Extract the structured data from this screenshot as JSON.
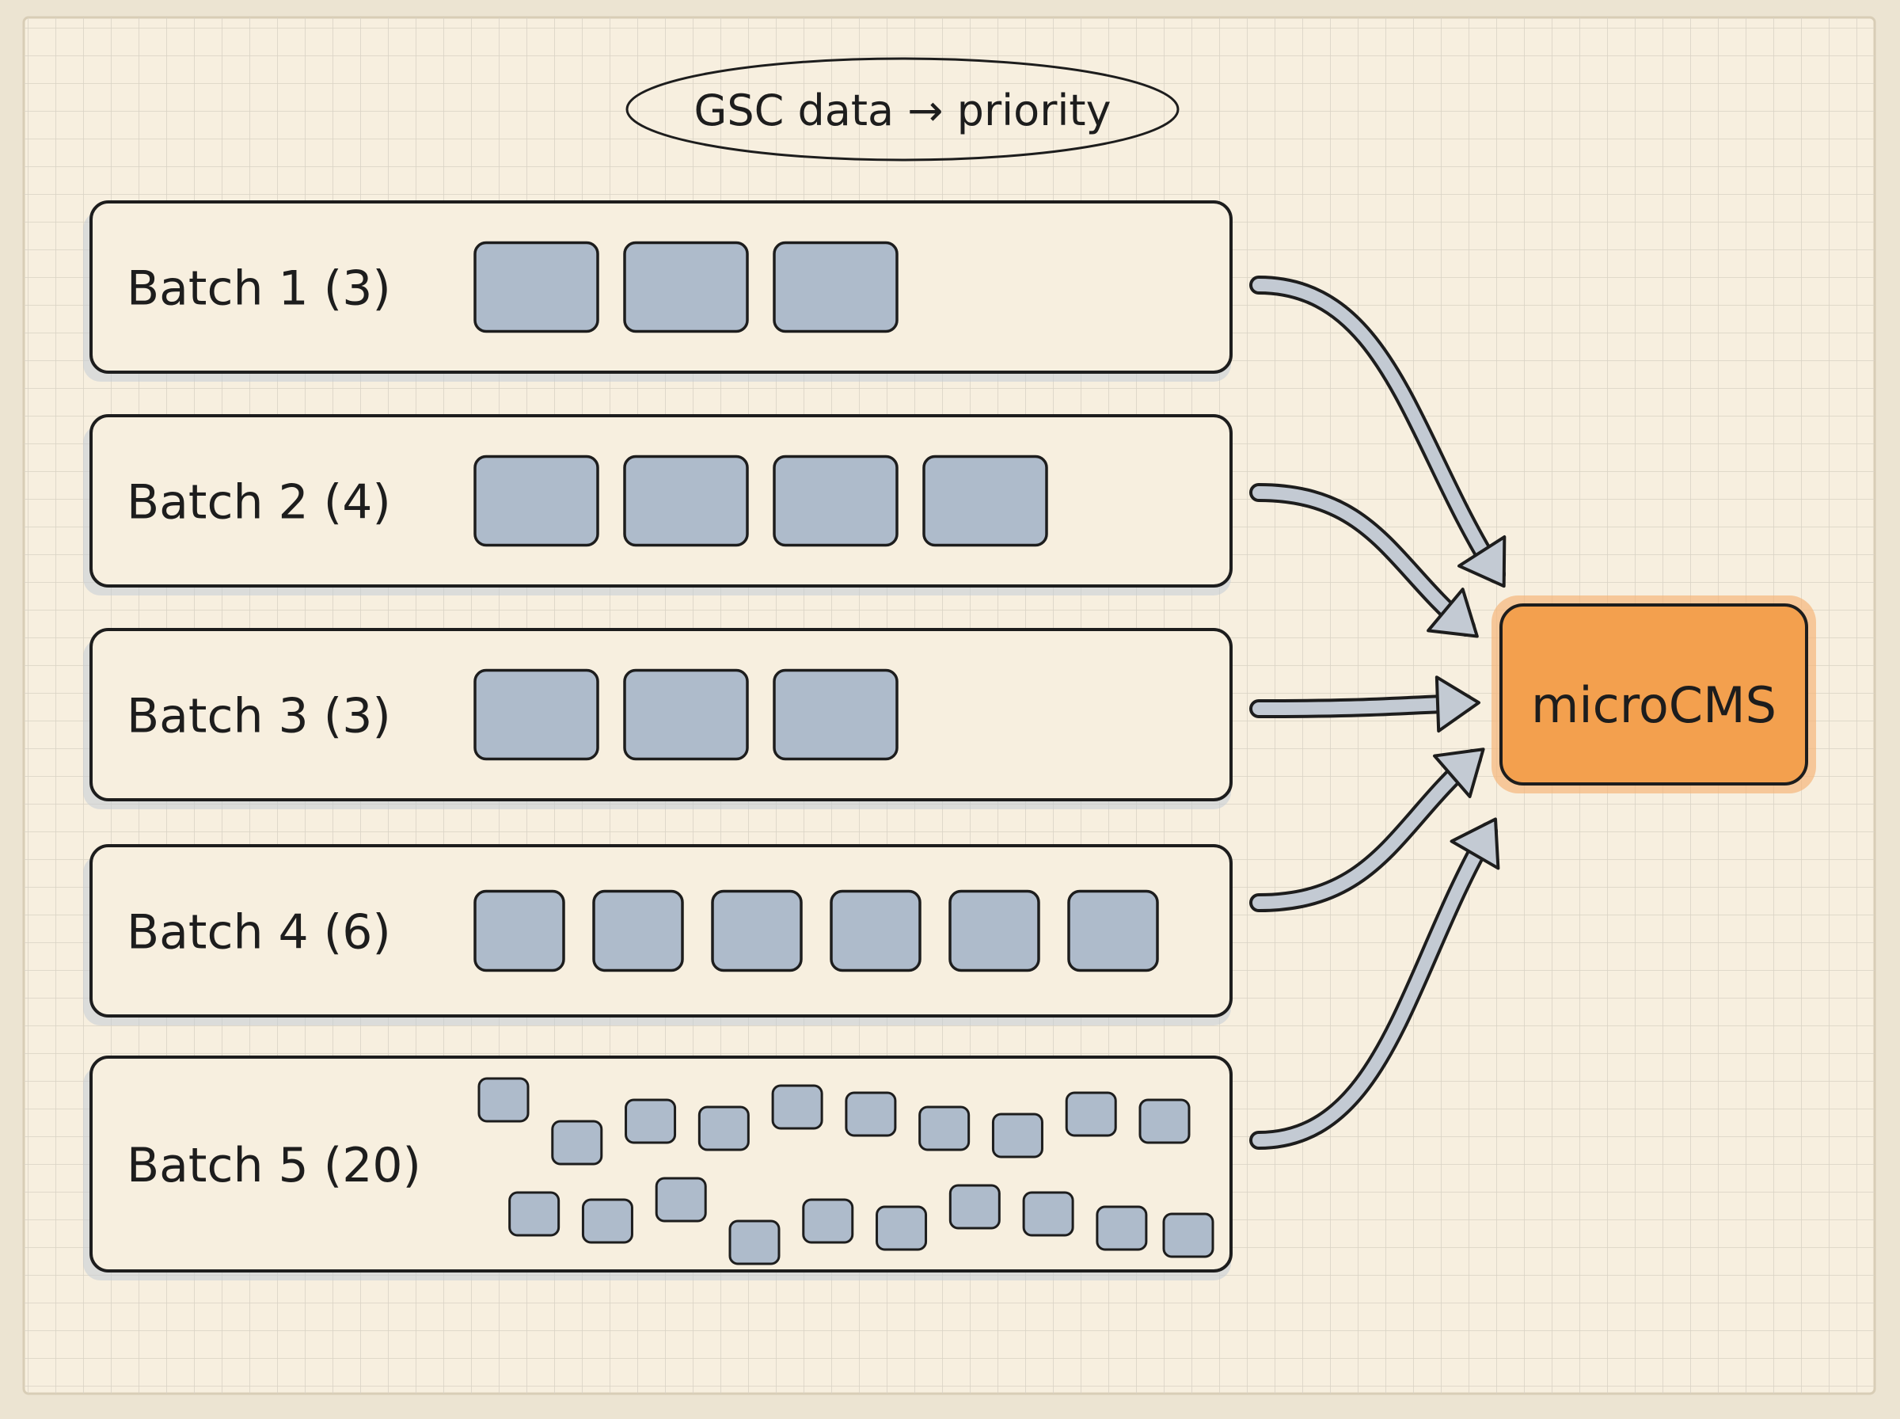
{
  "header": {
    "text": "GSC data → priority"
  },
  "batches": [
    {
      "label": "Batch 1 (3)",
      "count": 3
    },
    {
      "label": "Batch 2 (4)",
      "count": 4
    },
    {
      "label": "Batch 3 (3)",
      "count": 3
    },
    {
      "label": "Batch 4 (6)",
      "count": 6
    },
    {
      "label": "Batch 5 (20)",
      "count": 20
    }
  ],
  "target": {
    "label": "microCMS"
  },
  "colors": {
    "paper": "#f7efdf",
    "grid": "#d9d2c4",
    "ink": "#1d1d1d",
    "item_fill": "#aebbcb",
    "item_shadow": "#c4ccd6",
    "arrow_fill": "#c3cad3",
    "target_fill": "#f3a04e",
    "target_shadow": "#f5b77a"
  }
}
